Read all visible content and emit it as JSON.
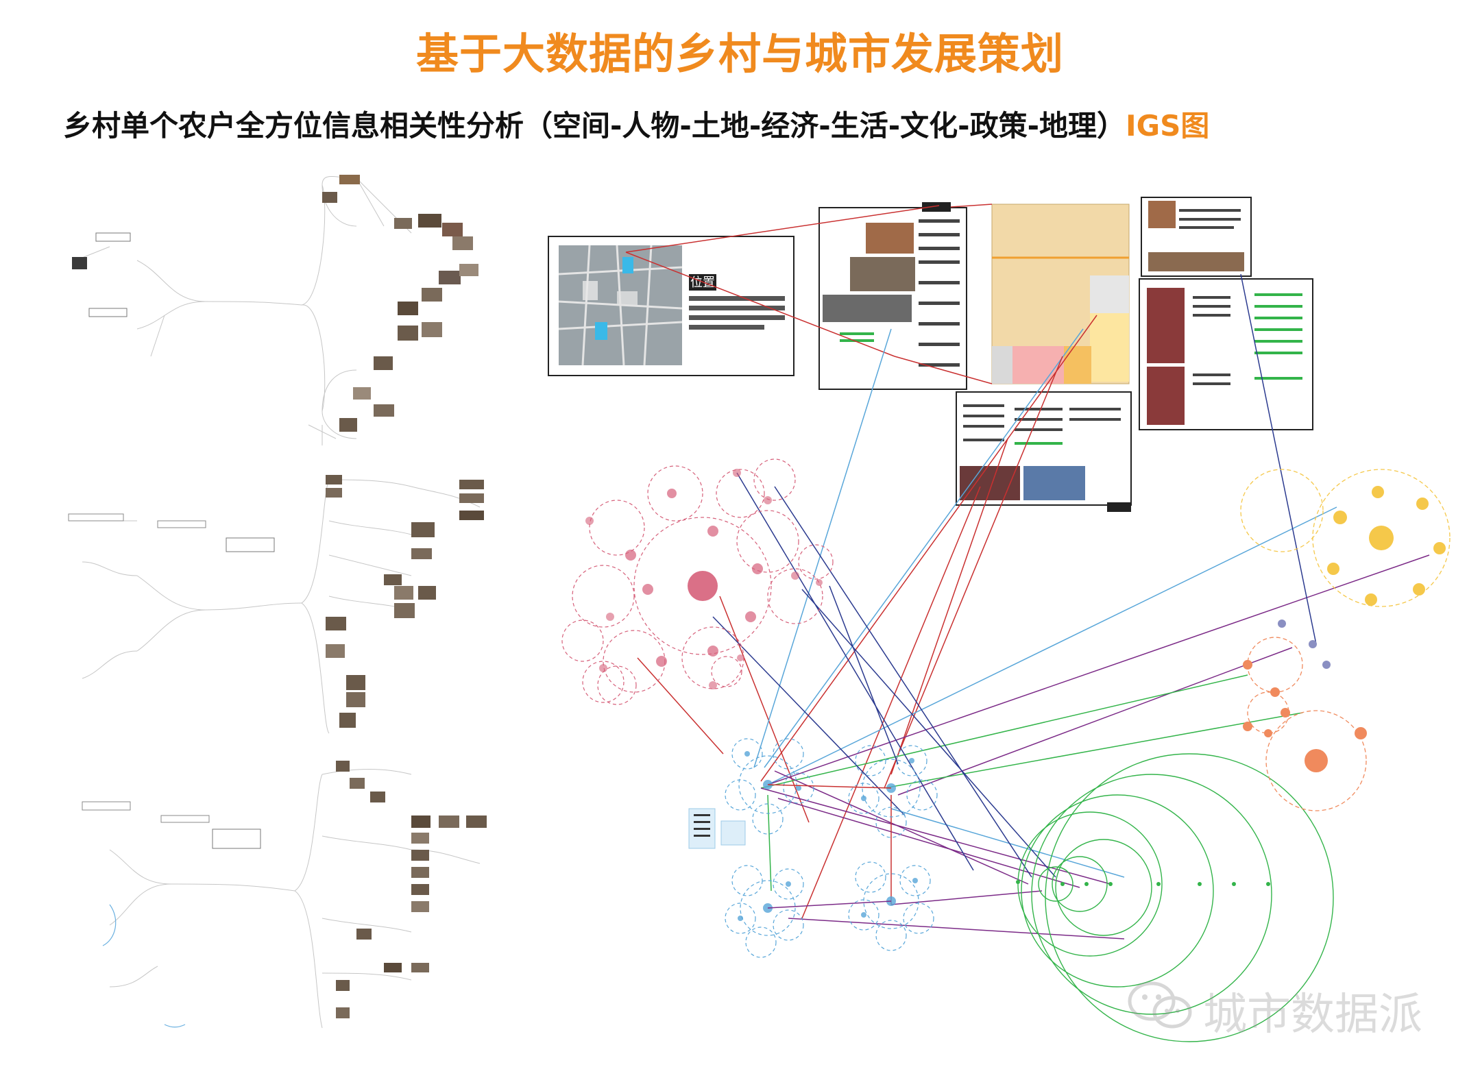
{
  "header": {
    "title": "基于大数据的乡村与城市发展策划",
    "subtitle_main": "乡村单个农户全方位信息相关性分析（空间-人物-土地-经济-生活-文化-政策-地理）",
    "subtitle_accent": "IGS图"
  },
  "photo_card": {
    "heading": "位置"
  },
  "watermark": {
    "text": "城市数据派",
    "icon": "wechat-icon"
  },
  "colors": {
    "title": "#f08a1e",
    "pink": "#d6607a",
    "blue": "#58a6d9",
    "green": "#33b44a",
    "yellow": "#f5c84a",
    "orange": "#f08a5d",
    "purple": "#7b2a87",
    "navy": "#2b3a8f",
    "red": "#c93030"
  }
}
